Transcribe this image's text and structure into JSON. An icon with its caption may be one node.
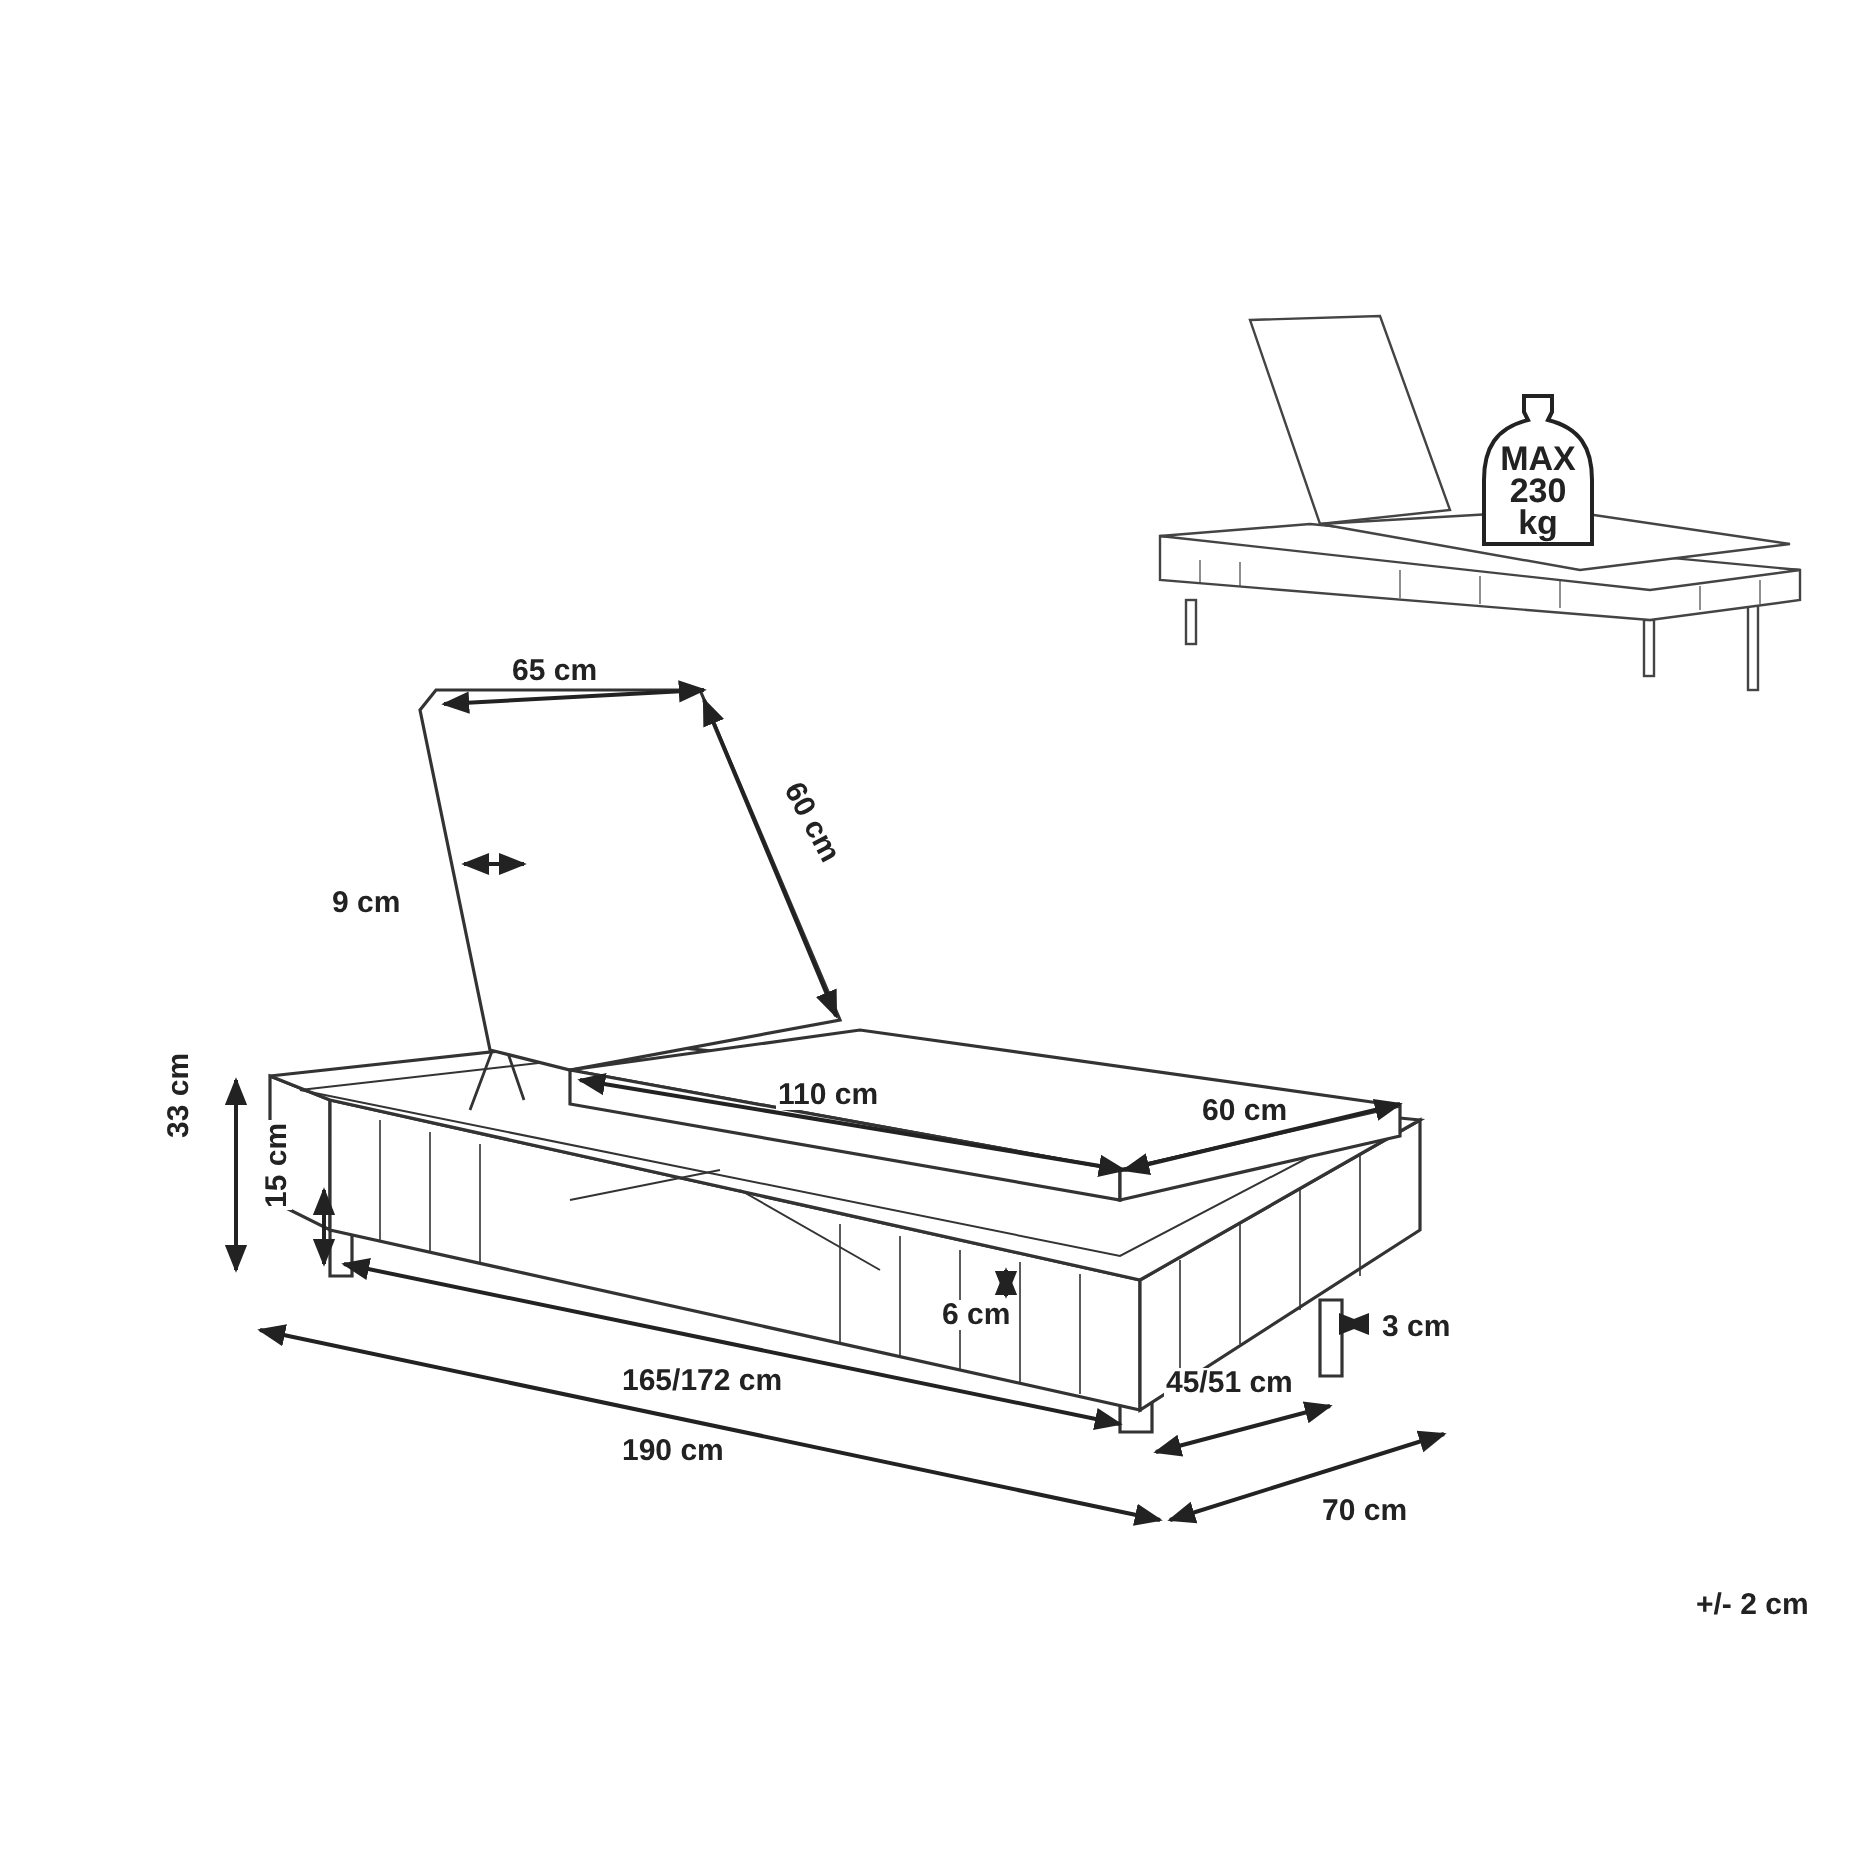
{
  "diagram": {
    "labels": [
      "MAX 230 kg",
      "65 cm",
      "60 cm",
      "9 cm",
      "110 cm",
      "60 cm",
      "33 cm",
      "15 cm",
      "6 cm",
      "3 cm",
      "165/172 cm",
      "45/51 cm",
      "190 cm",
      "70 cm",
      "+/- 2 cm"
    ]
  }
}
